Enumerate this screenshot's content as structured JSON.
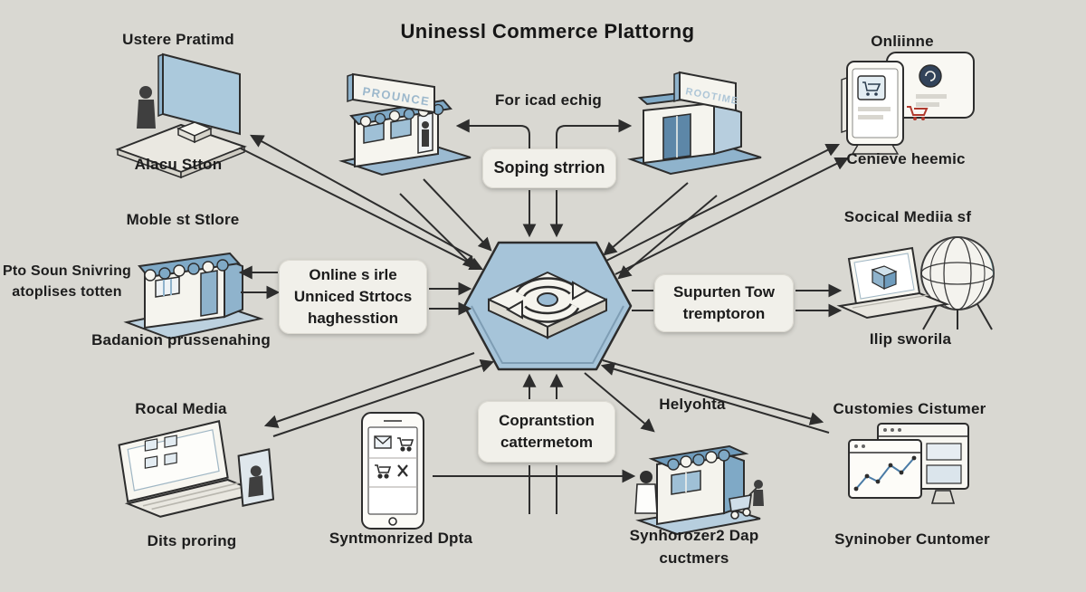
{
  "title": "Uninessl Commerce Plattorng",
  "colors": {
    "background": "#d9d8d2",
    "hub_blue": "#a6c4d9",
    "store_blue": "#7fa9c6",
    "outline": "#2d2d2d",
    "box_background": "#f1f0ea",
    "red_accent": "#b03a2e"
  },
  "center": {
    "top_flow_label": "For icad echig",
    "shopping_box_label": "Soping strrion",
    "left_box_lines": [
      "Online s irle",
      "Unniced Strtocs",
      "haghesstion"
    ],
    "right_box_lines": [
      "Supurten Tow",
      "tremptoron"
    ],
    "bottom_box_lines": [
      "Coprantstion",
      "cattermetom"
    ],
    "hub_icon": "sync-arrows-icon"
  },
  "nodes": {
    "user_platform": {
      "title": "Ustere Pratimd",
      "caption": "Alacu Stton"
    },
    "mobile_store": {
      "title": "Moble st Stlore",
      "side_note_lines": [
        "Pto Soun Snivring",
        "atoplises totten"
      ],
      "caption": "Badanion prussenahing"
    },
    "local_media": {
      "title": "Rocal Media",
      "caption": "Dits proring"
    },
    "synced_phone": {
      "caption": "Syntmonrized Dpta"
    },
    "partner_store": {
      "title": "Helyohta",
      "caption_lines": [
        "Synhorozer2 Dap",
        "cuctmers"
      ]
    },
    "customer_windows": {
      "title": "Customies Cistumer",
      "caption": "Syninober Cuntomer"
    },
    "social_media": {
      "title": "Socical Mediia sf",
      "caption": "Ilip sworila"
    },
    "online_devices": {
      "title": "Onliinne",
      "caption": "Cenieve heemic"
    },
    "storefront_left": {
      "sign": "PROUNCE"
    },
    "storefront_right": {
      "sign": "ROOTIME"
    }
  },
  "icons": {
    "hub": "sync-arrows-icon",
    "laptop_screen": "cube-icon",
    "globe": "globe-icon",
    "phone": "mail-and-cart-icons",
    "tablet": "cart-icon",
    "customer_front_window": "line-chart-icon"
  }
}
